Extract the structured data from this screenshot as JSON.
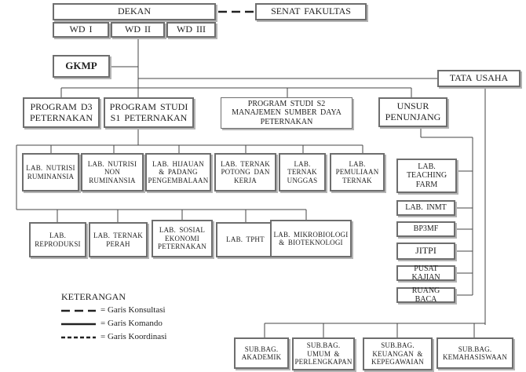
{
  "top": {
    "dekan": "DEKAN",
    "senat": "SENAT FAKULTAS",
    "wd": [
      "WD I",
      "WD II",
      "WD III"
    ],
    "gkmp": "GKMP",
    "tata_usaha": "TATA USAHA"
  },
  "programs": {
    "d3": "PROGRAM D3 PETERNAKAN",
    "s1": "PROGRAM STUDI S1 PETERNAKAN",
    "s2": "PROGRAM STUDI S2 MANAJEMEN SUMBER DAYA PETERNAKAN",
    "unsur": "UNSUR PENUNJANG"
  },
  "labs_row1": [
    "LAB. NUTRISI RUMINANSIA",
    "LAB. NUTRISI NON RUMINANSIA",
    "LAB. HIJAUAN & PADANG PENGEMBALAAN",
    "LAB. TERNAK POTONG DAN KERJA",
    "LAB. TERNAK UNGGAS",
    "LAB. PEMULIAAN TERNAK"
  ],
  "labs_row2": [
    "LAB. REPRODUKSI",
    "LAB. TERNAK PERAH",
    "LAB. SOSIAL EKONOMI PETERNAKAN",
    "LAB. TPHT",
    "LAB. MIKROBIOLOGI & BIOTEKNOLOGI"
  ],
  "support_units": [
    "LAB. TEACHING FARM",
    "LAB. INMT",
    "BP3MF",
    "JITPI",
    "PUSAT KAJIAN",
    "RUANG BACA"
  ],
  "subbag": [
    "SUB.BAG. AKADEMIK",
    "SUB.BAG. UMUM & PERLENGKAPAN",
    "SUB.BAG. KEUANGAN & KEPEGAWAIAN",
    "SUB.BAG. KEMAHASISWAAN"
  ],
  "legend": {
    "title": "KETERANGAN",
    "items": [
      {
        "style": "long-dash",
        "label": "= Garis Konsultasi"
      },
      {
        "style": "solid",
        "label": "= Garis Komando"
      },
      {
        "style": "short-dash",
        "label": "= Garis Koordinasi"
      }
    ]
  },
  "colors": {
    "line": "#444444",
    "box_border": "#6e6e6e",
    "box_shadow": "#b4b4b4"
  }
}
